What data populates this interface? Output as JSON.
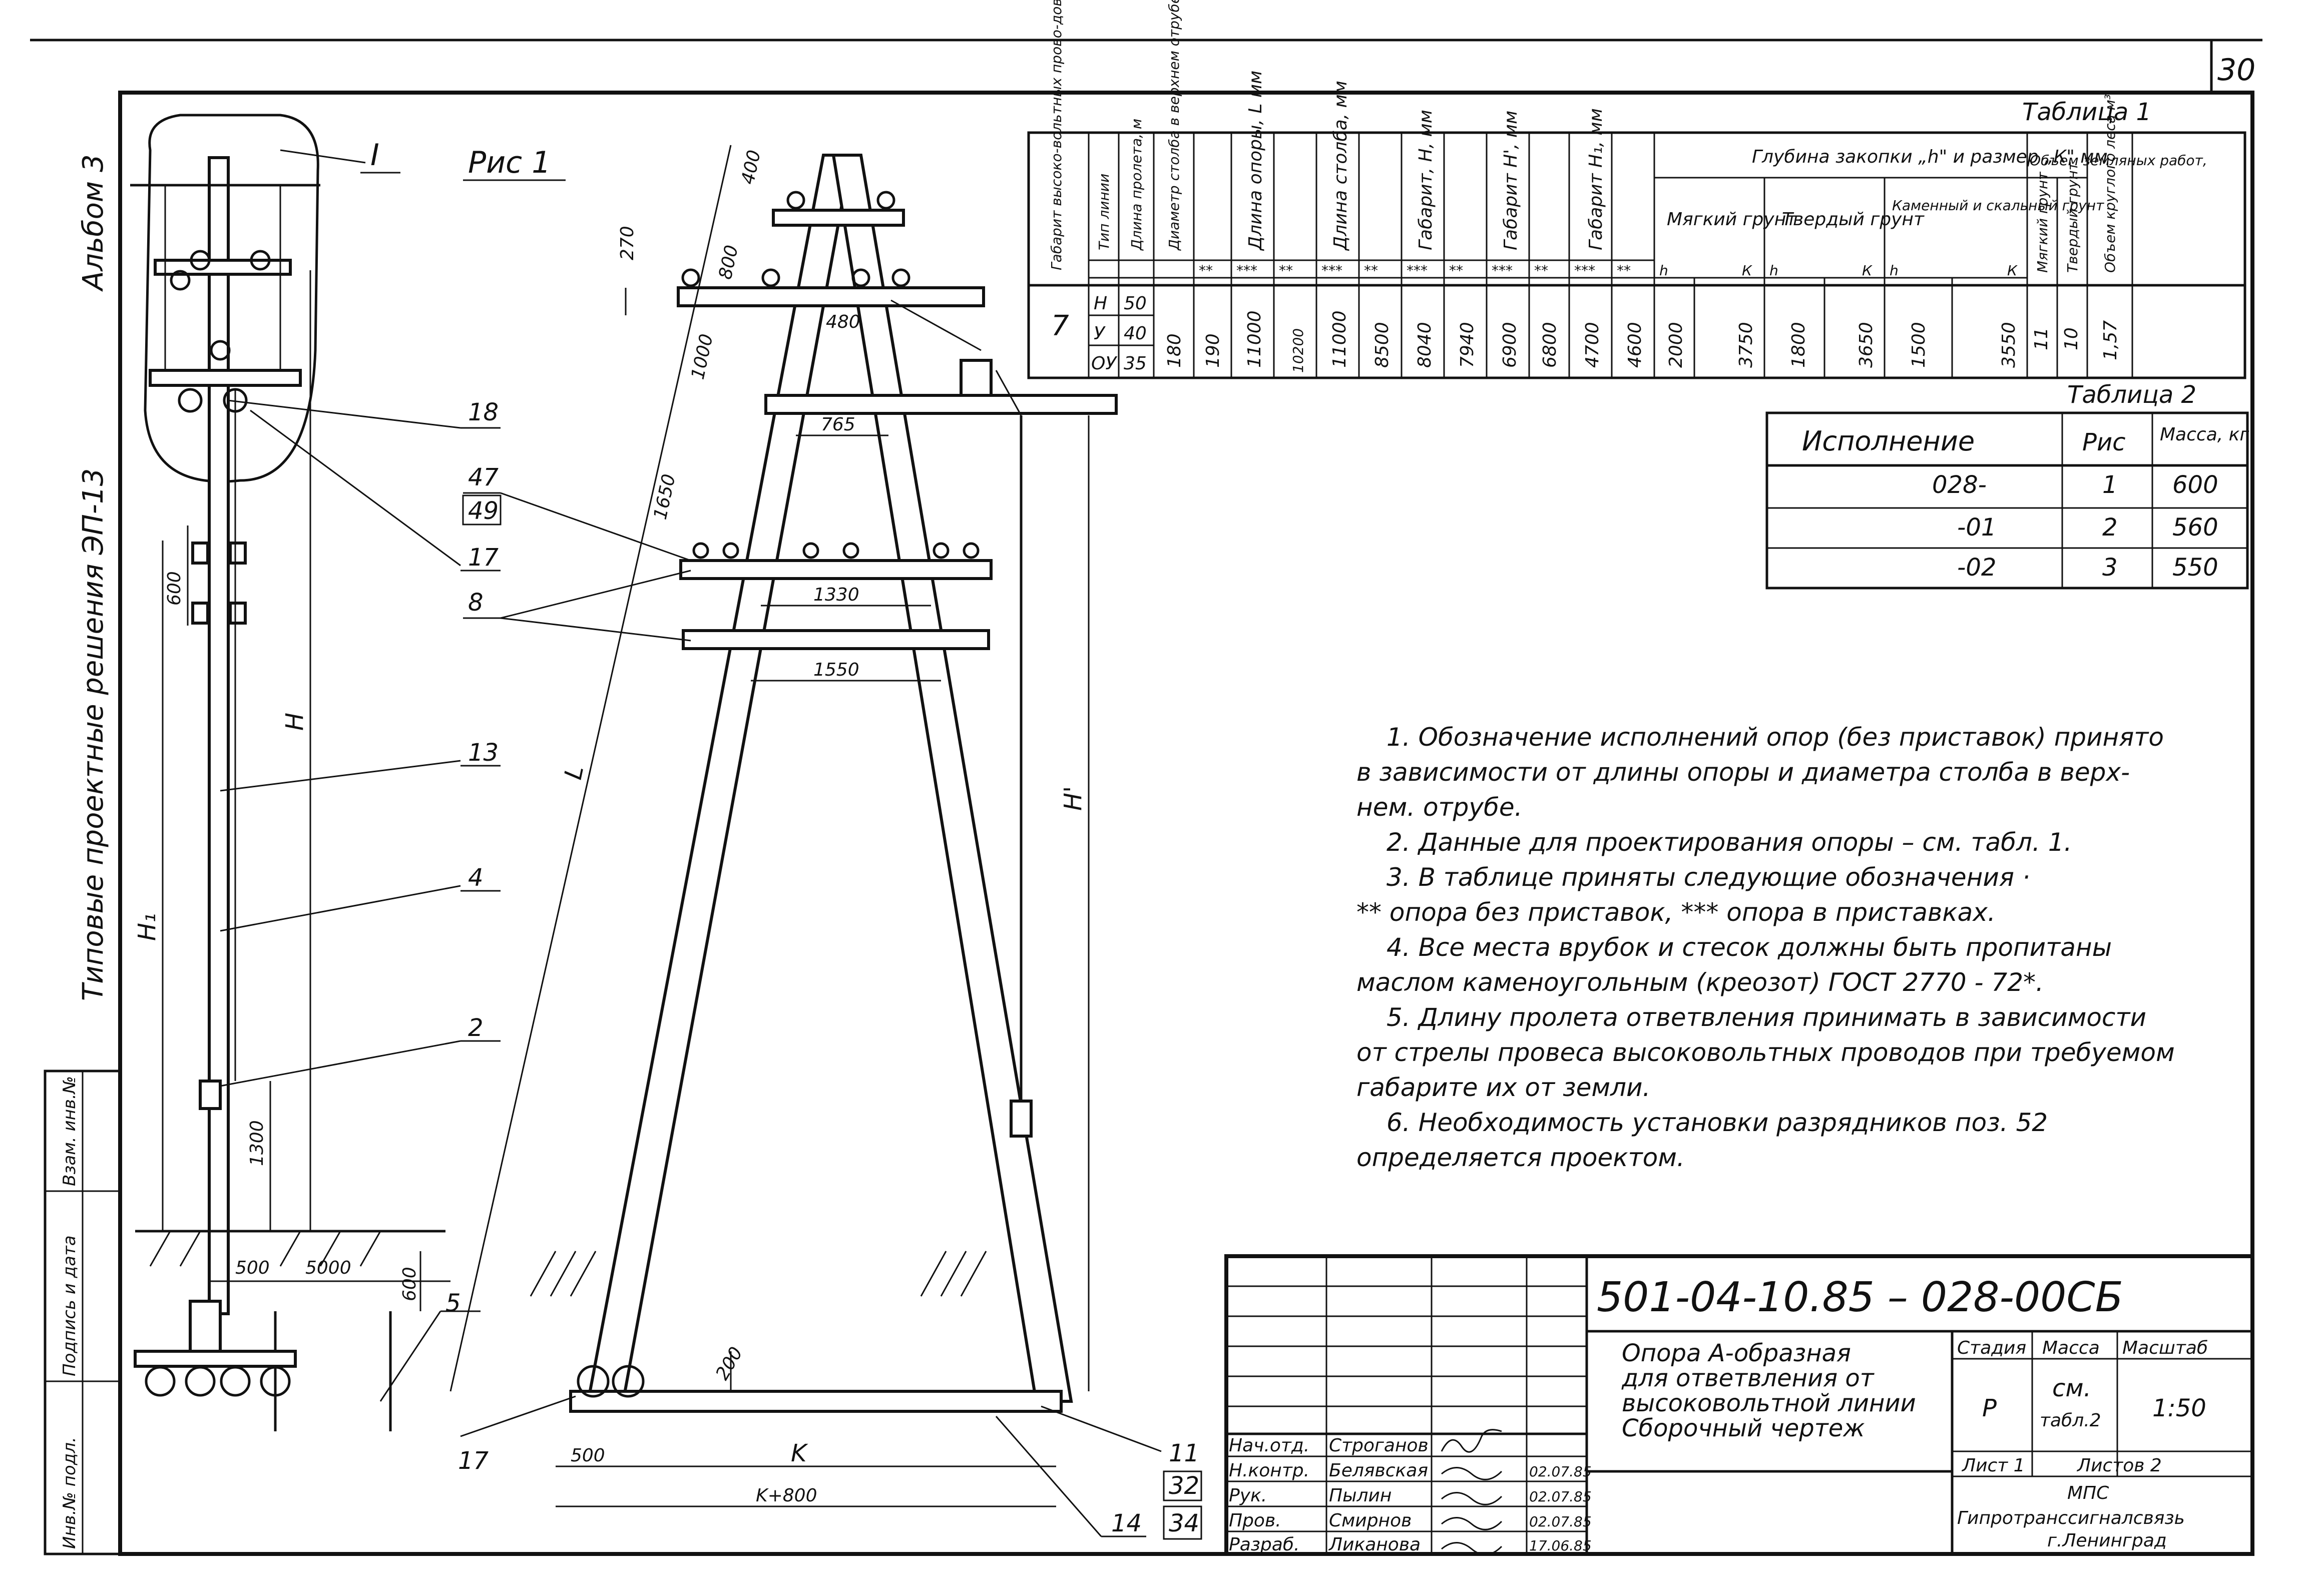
{
  "sheet": {
    "page_number": "30",
    "album_label": "Альбом 3",
    "series_label": "Типовые проектные решения ЭП-13",
    "figure_label": "Рис 1",
    "view_label": "I"
  },
  "stamp_side": {
    "cells": [
      "Инв.№ подл.",
      "Подпись и дата",
      "Взам. инв.№"
    ]
  },
  "dimensions": {
    "d270": "270",
    "d400": "400",
    "d800": "800",
    "d1000": "1000",
    "d480": "480",
    "d1650": "1650",
    "d765": "765",
    "d1330": "1330",
    "d1550": "1550",
    "d600_top": "600",
    "d1300": "1300",
    "d500_left": "500",
    "d5000": "5000",
    "d600_bottom": "600",
    "d200": "200",
    "d500_bottom": "500",
    "K": "K",
    "K800": "K+800",
    "L": "L",
    "H": "H",
    "H1": "H₁",
    "Hprime": "H'"
  },
  "callouts": {
    "c18": "18",
    "c47": "47",
    "c49": "49",
    "c17a": "17",
    "c8": "8",
    "c13": "13",
    "c4": "4",
    "c2": "2",
    "c5": "5",
    "c17b": "17",
    "c11": "11",
    "c32": "32",
    "c34": "34",
    "c14": "14"
  },
  "table1": {
    "title": "Таблица 1",
    "headers": {
      "h_gabarit": "Габарит высоко-вольтных прово-дов до земли, м",
      "h_type": "Тип линии",
      "h_span": "Длина пролета, м",
      "h_diam": "Диаметр столба в верхнем отрубе, м",
      "h_L": "Длина опоры, L мм",
      "h_col": "Длина столба, мм",
      "h_Hmm": "Габарит, Н, мм",
      "h_Hprime": "Габарит Н', мм",
      "h_H1": "Габарит Н₁, мм",
      "h_depth": "Глубина закопки „h\" и размер „К\" мм",
      "h_soft": "Мягкий грунт",
      "h_hard": "Твердый грунт",
      "h_rock": "Каменный и скальный грунт",
      "h_volume": "Объем земляных работ,",
      "h_vol_soft": "Мягкий грунт",
      "h_vol_hard": "Твердый грунт",
      "h_wood": "Объем круглого леса м³",
      "star2": "**",
      "star3": "***",
      "h": "h",
      "k": "К"
    },
    "gabarit": "7",
    "types": [
      {
        "type": "Н",
        "span": "50"
      },
      {
        "type": "У",
        "span": "40"
      },
      {
        "type": "ОУ",
        "span": "35"
      }
    ],
    "values": [
      "180",
      "190",
      "11000",
      "10200",
      "11000",
      "8500",
      "8040",
      "7940",
      "6900",
      "6800",
      "4700",
      "4600",
      "2000",
      "3750",
      "1800",
      "3650",
      "1500",
      "3550",
      "11",
      "10",
      "1,57"
    ]
  },
  "table2": {
    "title": "Таблица 2",
    "headers": [
      "Исполнение",
      "Рис",
      "Масса, кг"
    ],
    "rows": [
      [
        "028-",
        "1",
        "600"
      ],
      [
        "-01",
        "2",
        "560"
      ],
      [
        "-02",
        "3",
        "550"
      ]
    ]
  },
  "notes": {
    "n1a": "1.  Обозначение исполнений опор (без приставок) принято",
    "n1b": "в зависимости от длины опоры и диаметра столба в верх-",
    "n1c": "нем. отрубе.",
    "n2": "2.   Данные для проектирования опоры – см. табл. 1.",
    "n3a": "3.   В таблице приняты следующие обозначения ·",
    "n3b": "**    опора без приставок, ***  опора в приставках.",
    "n4a": "4.  Все места врубок и стесок должны быть пропитаны",
    "n4b": "маслом каменоугольным (креозот) ГОСТ 2770 - 72*.",
    "n5a": "5.  Длину пролета ответвления принимать в зависимости",
    "n5b": "от стрелы провеса высоковольтных проводов при требуемом",
    "n5c": "габарите их от земли.",
    "n6a": "6.  Необходимость установки разрядников поз. 52",
    "n6b": "определяется проектом."
  },
  "title_block": {
    "doc_code": "501-04-10.85  – 028-00СБ",
    "title_l1": "Опора  А-образная",
    "title_l2": "для  ответвления от",
    "title_l3": "высоковольтной линии",
    "title_l4": "Сборочный  чертеж",
    "stage_h": "Стадия",
    "mass_h": "Масса",
    "scale_h": "Масштаб",
    "stage_v": "Р",
    "mass_v1": "см.",
    "mass_v2": "табл.2",
    "scale_v": "1:50",
    "sheet": "Лист 1",
    "sheets": "Листов 2",
    "org1": "МПС",
    "org2": "Гипротранссигналсвязь",
    "org3": "г.Ленинград",
    "roles": [
      {
        "role": "Нач.отд.",
        "name": "Строганов",
        "date": ""
      },
      {
        "role": "Н.контр.",
        "name": "Белявская",
        "date": "02.07.85"
      },
      {
        "role": "Рук.",
        "name": "Пылин",
        "date": "02.07.85"
      },
      {
        "role": "Пров.",
        "name": "Смирнов",
        "date": "02.07.85"
      },
      {
        "role": "Разраб.",
        "name": "Ликанова",
        "date": "17.06.85"
      }
    ]
  }
}
